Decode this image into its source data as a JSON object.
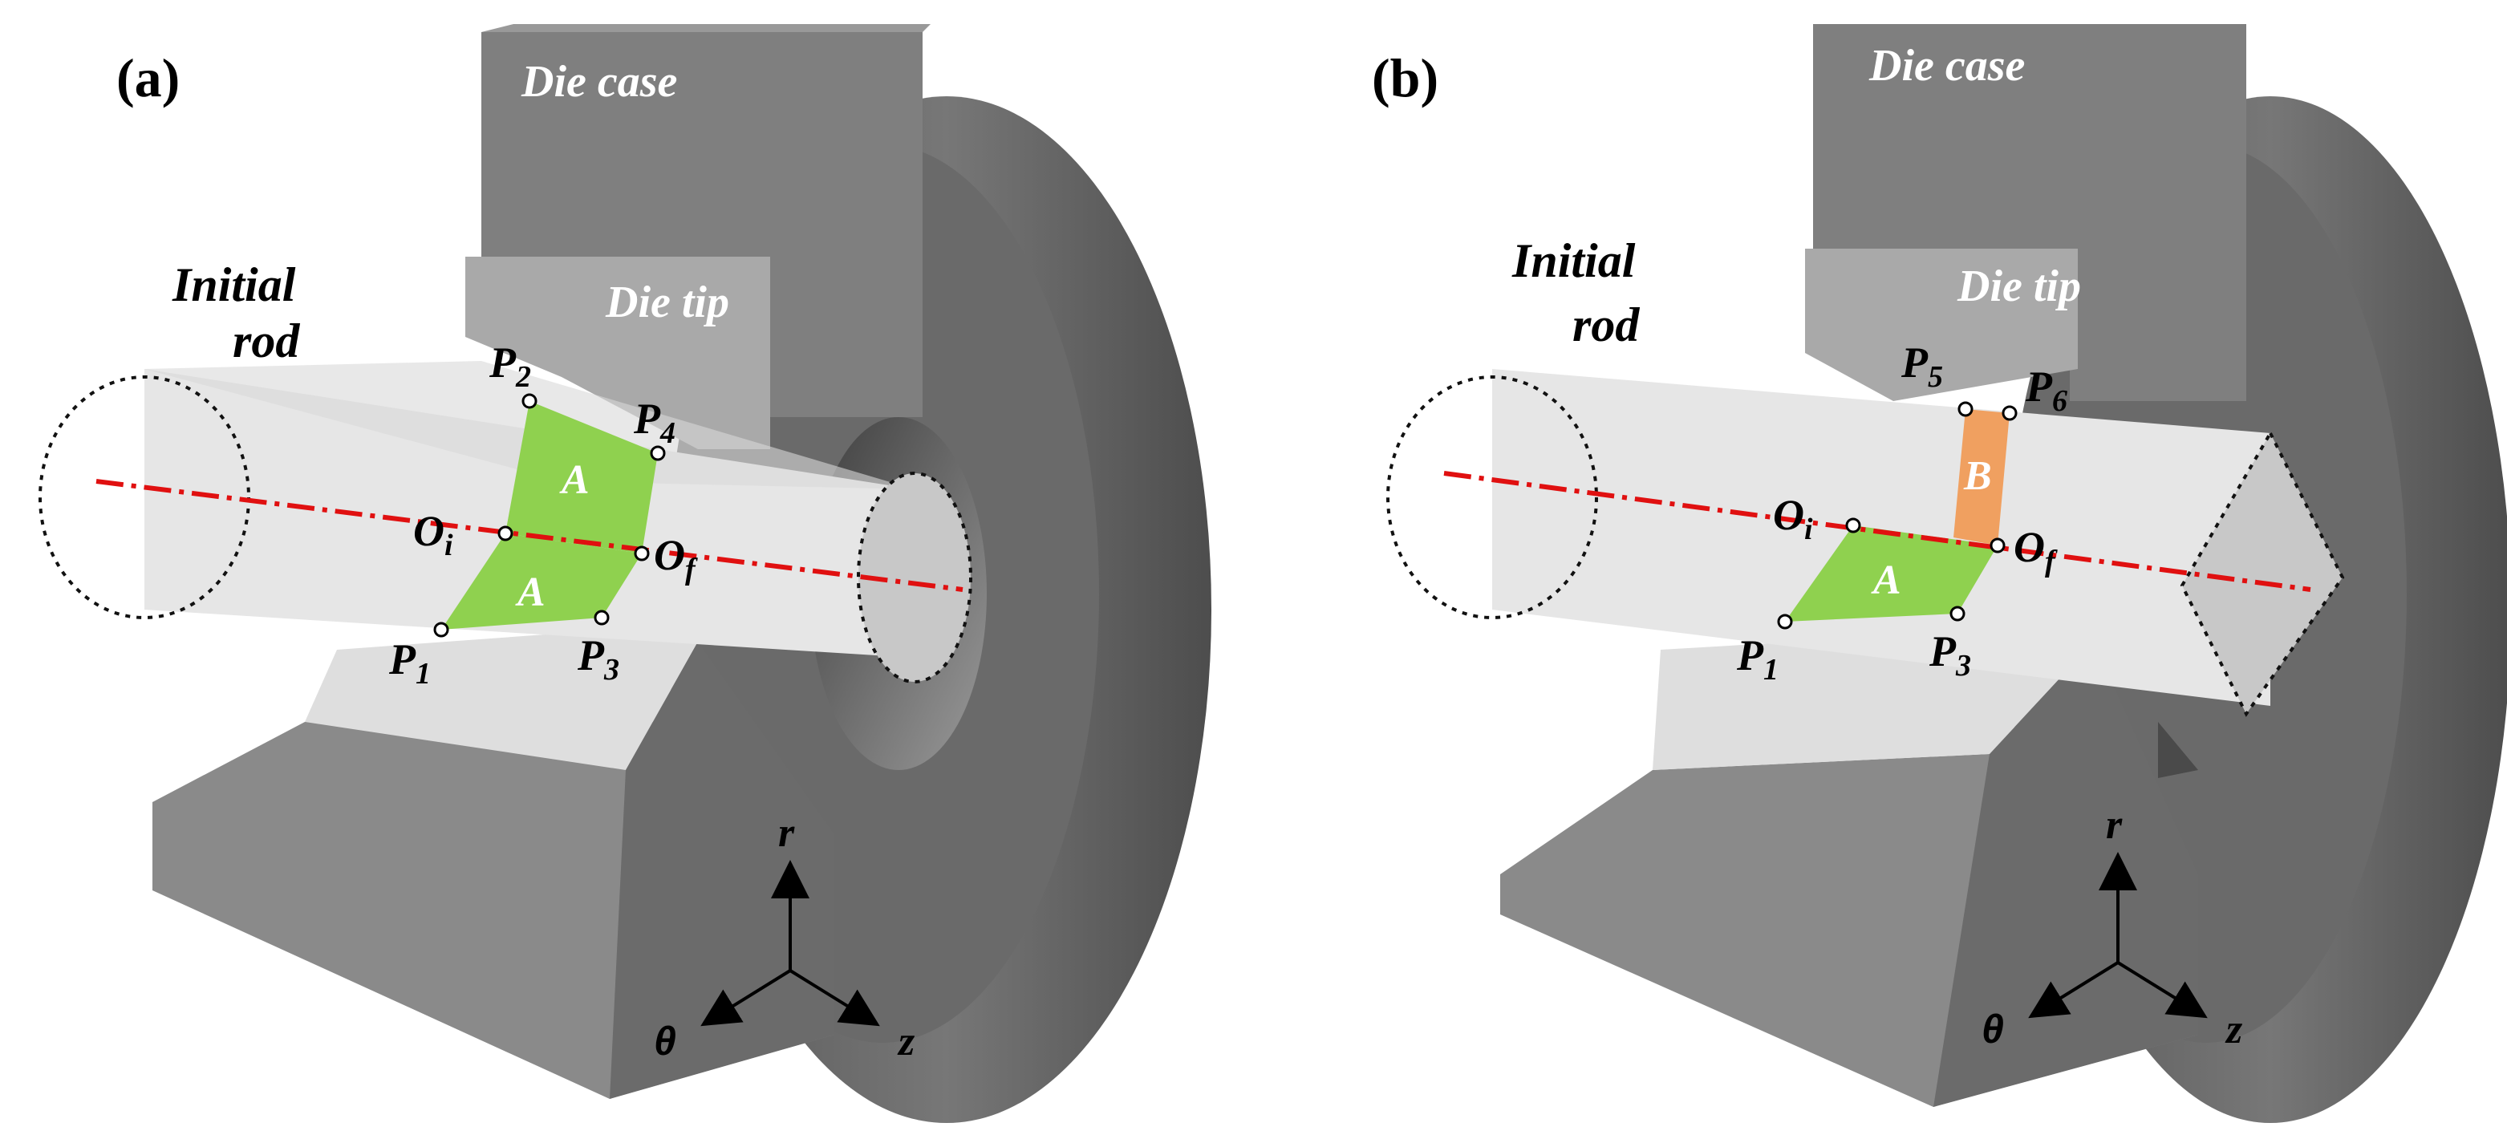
{
  "panels": [
    {
      "label": "(a)",
      "die_case": "Die case",
      "die_tip": "Die tip",
      "initial_rod_line1": "Initial",
      "initial_rod_line2": "rod",
      "points": {
        "p1": "P",
        "p1s": "1",
        "p2": "P",
        "p2s": "2",
        "p3": "P",
        "p3s": "3",
        "p4": "P",
        "p4s": "4",
        "oi": "O",
        "ois": "i",
        "of": "O",
        "ofs": "f"
      },
      "regions": {
        "upper": "A",
        "lower": "A"
      },
      "axes": {
        "r": "r",
        "theta": "θ",
        "z": "z"
      }
    },
    {
      "label": "(b)",
      "die_case": "Die case",
      "die_tip": "Die tip",
      "initial_rod_line1": "Initial",
      "initial_rod_line2": "rod",
      "points": {
        "p1": "P",
        "p1s": "1",
        "p3": "P",
        "p3s": "3",
        "p5": "P",
        "p5s": "5",
        "p6": "P",
        "p6s": "6",
        "oi": "O",
        "ois": "i",
        "of": "O",
        "ofs": "f"
      },
      "regions": {
        "upper": "B",
        "lower": "A"
      },
      "axes": {
        "r": "r",
        "theta": "θ",
        "z": "z"
      }
    }
  ],
  "colors": {
    "region_a": "#8fd14f",
    "region_b": "#f0a060",
    "centerline": "#e01010",
    "die_dark": "#6b6b6b",
    "die_mid": "#8a8a8a",
    "die_light": "#a8a8a8",
    "rod": "#e6e6e6"
  }
}
